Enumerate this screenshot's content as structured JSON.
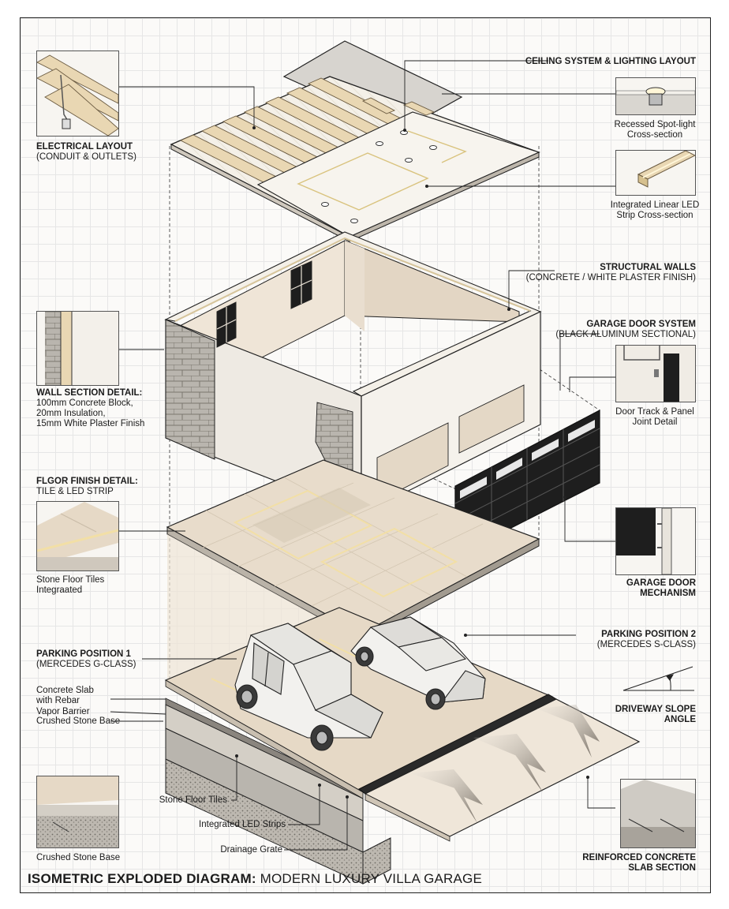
{
  "title": {
    "bold": "ISOMETRIC EXPLODED DIAGRAM:",
    "rest": "MODERN LUXURY VILLA GARAGE"
  },
  "labels": {
    "ceiling": "CEILING SYSTEM & LIGHTING LAYOUT",
    "electrical_1": "ELECTRICAL LAYOUT",
    "electrical_2": "(CONDUIT & OUTLETS)",
    "spotlight_1": "Recessed Spot-light",
    "spotlight_2": "Cross-section",
    "led_strip_1": "Integrated Linear LED",
    "led_strip_2": "Strip Cross-section",
    "walls_1": "STRUCTURAL WALLS",
    "walls_2": "(CONCRETE / WHITE PLASTER FINISH)",
    "garage_door_1": "GARAGE DOOR SYSTEM",
    "garage_door_2": "(BLACK ALUMINUM SECTIONAL)",
    "wall_section_1": "WALL SECTION DETAIL:",
    "wall_section_2": "100mm Concrete Block,",
    "wall_section_3": "20mm Insulation,",
    "wall_section_4": "15mm White Plaster Finish",
    "door_track_1": "Door Track & Panel",
    "door_track_2": "Joint Detail",
    "floor_finish_1": "FLGOR FINISH DETAIL:",
    "floor_finish_2": "TILE & LED STRIP",
    "stone_tiles_1": "Stone Floor Tiles",
    "stone_tiles_2": "Integraated",
    "door_mech_1": "GARAGE DOOR",
    "door_mech_2": "MECHANISM",
    "parking1_1": "PARKING POSITION 1",
    "parking1_2": "(MERCEDES G-CLASS)",
    "parking2_1": "PARKING POSITION 2",
    "parking2_2": "(MERCEDES S-CLASS)",
    "slab_1": "Concrete Slab",
    "slab_2": "with Rebar",
    "vapor": "Vapor Barrier",
    "crushed": "Crushed Stone Base",
    "slope_1": "DRIVEWAY SLOPE",
    "slope_2": "ANGLE",
    "stone_floor_bottom": "Stone Floor Tiles",
    "led_bottom": "Integrated LED Strips",
    "drain": "Drainage Grate",
    "crushed_thumb": "Crushed Stone Base",
    "reinforced_1": "REINFORCED CONCRETE",
    "reinforced_2": "SLAB SECTION"
  },
  "colors": {
    "ink": "#1b1b1b",
    "plaster": "#f3eee7",
    "wall_shade": "#e6dccf",
    "stone": "#e4d8c7",
    "timber": "#e9d7b3",
    "door": "#1e1e1e",
    "led": "#fff6d8"
  },
  "icons": [
    "spotlight-icon",
    "led-strip-icon",
    "wall-section-icon",
    "door-track-icon",
    "floor-tile-icon",
    "door-mechanism-icon",
    "slope-angle-icon",
    "crushed-stone-icon",
    "concrete-slab-icon"
  ]
}
